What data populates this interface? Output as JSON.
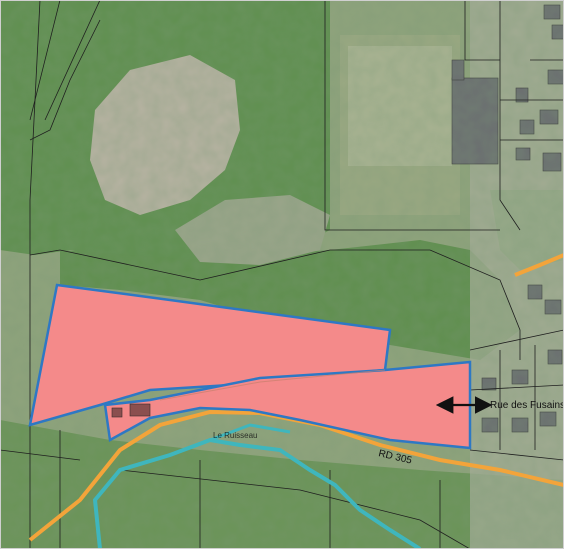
{
  "map": {
    "road_label_main": "RD 305",
    "street_label": "Rue des Fusains",
    "stream_label": "Le Ruisseau",
    "colors": {
      "parcel_fill": "#f48a8a",
      "parcel_stroke": "#2e78c4",
      "road": "#f3a43a",
      "stream": "#3fb6bd",
      "cadastral_lines": "#1f1f1f",
      "vegetation": "#5f8f4f",
      "field": "#9aa882",
      "buildings": "#6a6d70"
    },
    "icons": {
      "distance_marker": "double-arrow-icon"
    }
  }
}
